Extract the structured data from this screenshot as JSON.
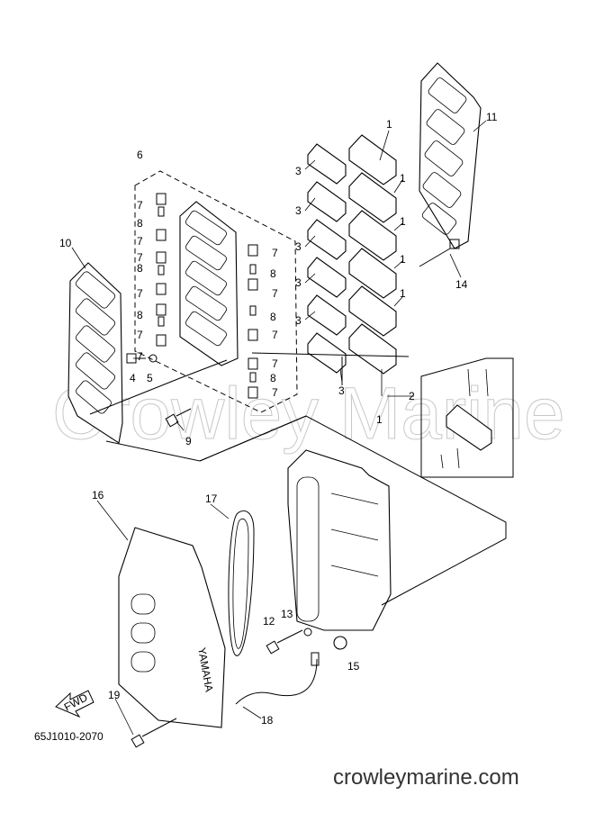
{
  "diagram": {
    "code": "65J1010-2070",
    "watermark": "Crowley Marine",
    "site": "crowleymarine.com",
    "fwd_label": "FWD",
    "brand_text": "YAMAHA",
    "labels": {
      "n1": "1",
      "n2": "2",
      "n3": "3",
      "n4": "4",
      "n5": "5",
      "n6": "6",
      "n7": "7",
      "n8": "8",
      "n9": "9",
      "n10": "10",
      "n11": "11",
      "n12": "12",
      "n13": "13",
      "n14": "14",
      "n15": "15",
      "n16": "16",
      "n17": "17",
      "n18": "18",
      "n19": "19"
    }
  }
}
